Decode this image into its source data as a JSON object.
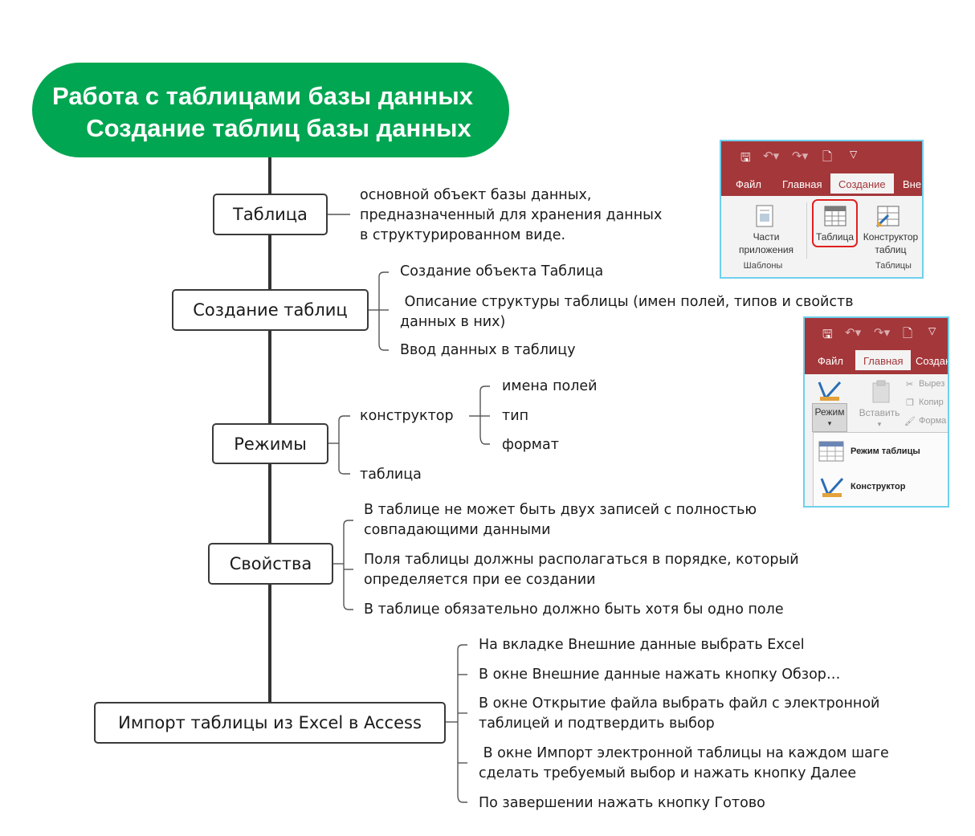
{
  "title": {
    "line1": "Работа с таблицами базы данных",
    "line2": "Создание таблиц базы данных"
  },
  "nodes": {
    "table": {
      "label": "Таблица",
      "desc_lines": [
        "основной объект базы данных,",
        "предназначенный для хранения данных",
        "в структурированном виде."
      ]
    },
    "creation": {
      "label": "Создание таблиц",
      "items": [
        "Создание объекта Таблица",
        " Описание структуры таблицы (имен полей, типов и свойств",
        "данных в них)",
        "Ввод данных в таблицу"
      ]
    },
    "modes": {
      "label": "Режимы",
      "constructor": "конструктор",
      "constructor_items": [
        "имена полей",
        "тип",
        "формат"
      ],
      "table": "таблица"
    },
    "properties": {
      "label": "Свойства",
      "items": [
        "В таблице не может быть двух записей с полностью",
        "совпадающими данными",
        "Поля таблицы должны располагаться в порядке, который",
        "определяется при ее создании",
        "В таблице обязательно должно быть хотя бы одно поле"
      ]
    },
    "import": {
      "label": "Импорт таблицы из Excel в Access",
      "items": [
        "На вкладке Внешние данные выбрать Excel",
        "В окне Внешние данные нажать кнопку Обзор…",
        "В окне Открытие файла выбрать файл с электронной",
        "таблицей и подтвердить выбор",
        " В окне Импорт электронной таблицы на каждом шаге",
        "сделать требуемый выбор и нажать кнопку Далее",
        "По завершении нажать кнопку Готово"
      ]
    }
  },
  "ribbon1": {
    "tabs": [
      "Файл",
      "Главная",
      "Создание",
      "Вне"
    ],
    "active_tab": "Создание",
    "btn_parts": [
      "Части",
      "приложения"
    ],
    "btn_table": "Таблица",
    "btn_constructor": [
      "Конструктор",
      "таблиц"
    ],
    "group_templates": "Шаблоны",
    "group_tables": "Таблицы"
  },
  "ribbon2": {
    "tabs": [
      "Файл",
      "Главная",
      "Создан"
    ],
    "active_tab": "Главная",
    "btn_mode": "Режим",
    "btn_paste": "Вставить",
    "cut": "Вырез",
    "copy": "Копир",
    "format": "Форма",
    "menu_table_mode": "Режим таблицы",
    "menu_constructor": "Конструктор"
  },
  "colors": {
    "title_bg": "#00a651",
    "ribbon_red": "#a4373a",
    "ribbon_border": "#6ed0ec",
    "highlight": "#e02020"
  }
}
